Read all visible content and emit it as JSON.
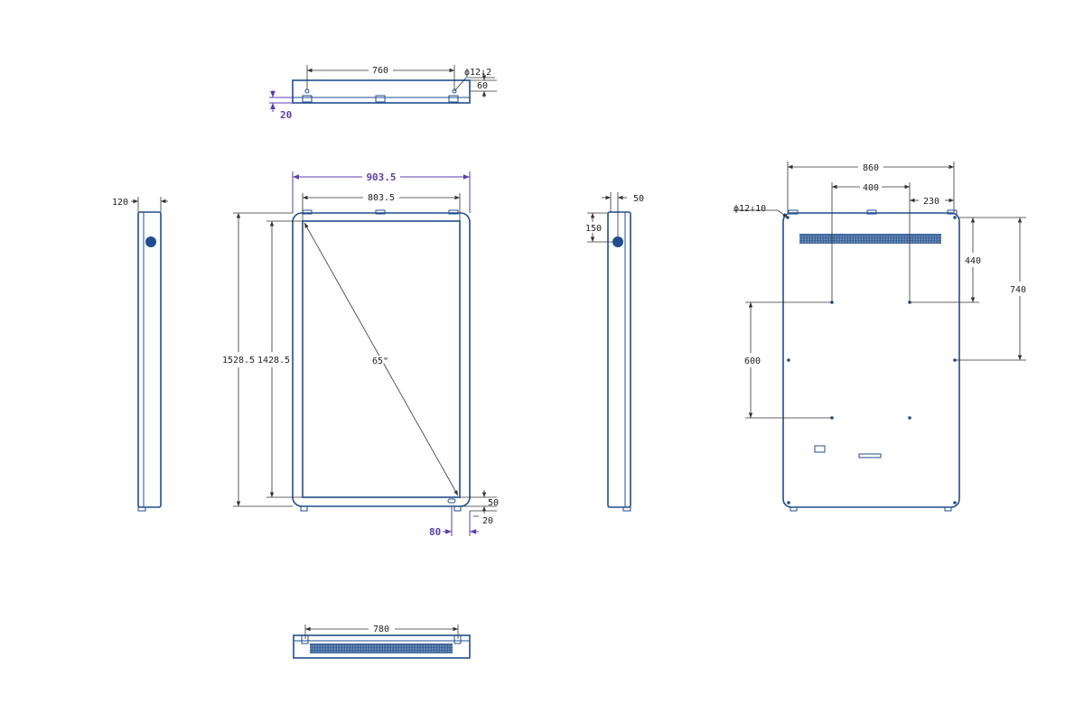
{
  "colors": {
    "outline": "#1f4e8c",
    "dimension": "#333333",
    "accent": "#5b3fa8",
    "background": "#ffffff"
  },
  "top_view": {
    "width_label": "760",
    "hole_label": "ϕ12↓2",
    "depth_label": "60",
    "offset_label": "20"
  },
  "front_view": {
    "outer_width_label": "903.5",
    "inner_width_label": "803.5",
    "outer_height_label": "1528.5",
    "inner_height_label": "1428.5",
    "diagonal_label": "65\"",
    "bottom_gap_label": "50",
    "bottom_offset_label": "20",
    "side_offset_label": "80"
  },
  "left_side_view": {
    "depth_label": "120"
  },
  "right_side_view": {
    "depth_label": "50",
    "hole_height_label": "150"
  },
  "rear_view": {
    "width_label": "860",
    "vesa_width_label": "400",
    "edge_offset_label": "230",
    "hole_label": "ϕ12↓10",
    "upper_height_label": "440",
    "total_height_label": "740",
    "vesa_height_label": "600"
  },
  "bottom_view": {
    "width_label": "780"
  }
}
